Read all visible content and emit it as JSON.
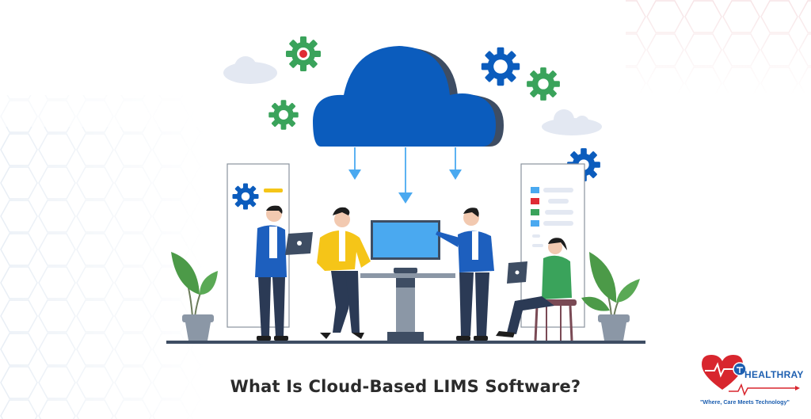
{
  "banner": {
    "title": "What Is Cloud-Based LIMS Software?",
    "illustration": "Team collaborating around a cloud with gears, monitor, laptops and plants"
  },
  "logo": {
    "name": "HEALTHRAY",
    "tagline": "\"Where, Care Meets Technology\""
  },
  "colors": {
    "cloud_blue": "#0b5cbd",
    "arrow_blue": "#4aa9f0",
    "gear_green": "#3aa35b",
    "gear_blue": "#0b5cbd",
    "accent_yellow": "#f5c518",
    "accent_red": "#e02b35",
    "floor_line": "#3e4d63",
    "title_text": "#2b2b2b",
    "logo_blue": "#1d5fb0",
    "logo_red": "#d8262e"
  }
}
